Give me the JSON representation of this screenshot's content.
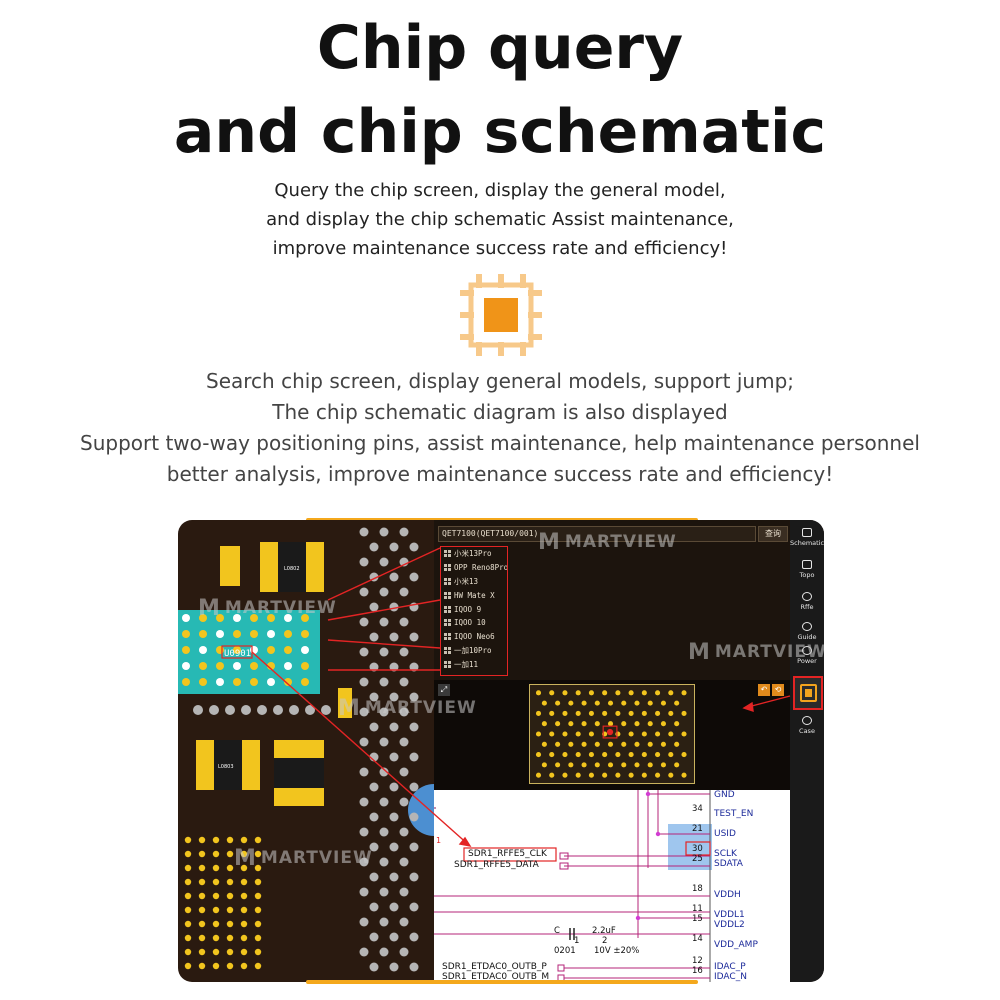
{
  "hero": {
    "title_line1": "Chip query",
    "title_line2": "and chip schematic",
    "desc_lines": [
      "Query the chip screen, display the general model,",
      "and display the chip schematic Assist maintenance,",
      "improve maintenance success rate and efficiency!"
    ],
    "detail_lines": [
      "Search chip screen, display general models, support jump;",
      "The chip schematic diagram is also displayed",
      "Support two-way positioning pins, assist maintenance, help maintenance personnel",
      "better analysis, improve maintenance success rate and efficiency!"
    ]
  },
  "colors": {
    "accent": "#f4a81c",
    "highlight": "#e32424",
    "pcb": "#2a1a10",
    "pad": "#f2c51e",
    "cyan": "#27b9b4"
  },
  "search": {
    "query": "QET7100(QET7100/001)",
    "button_label": "查询"
  },
  "results": [
    "小米13Pro",
    "OPP Reno8Pro",
    "小米13",
    "HW Mate X",
    "IQOO 9",
    "IQOO 10",
    "IQOO Neo6",
    "一加10Pro",
    "一加11"
  ],
  "pcb": {
    "component_label": "U0901",
    "part_labels": [
      "L0802",
      "L0803"
    ]
  },
  "sidebar": {
    "items": [
      {
        "label": "Schematic",
        "icon": "printer-icon"
      },
      {
        "label": "Topo",
        "icon": "topo-icon"
      },
      {
        "label": "Rffe",
        "icon": "antenna-icon"
      },
      {
        "label": "Guide",
        "icon": "guide-icon"
      },
      {
        "label": "Power",
        "icon": "power-icon"
      },
      {
        "label": "Case",
        "icon": "case-icon"
      }
    ],
    "active_icon": "chip-icon"
  },
  "schematic": {
    "pins": [
      {
        "num": "",
        "name": "GND"
      },
      {
        "num": "34",
        "name": "TEST_EN"
      },
      {
        "num": "21",
        "name": "USID"
      },
      {
        "num": "30",
        "name": "SCLK"
      },
      {
        "num": "25",
        "name": "SDATA"
      },
      {
        "num": "18",
        "name": "VDDH"
      },
      {
        "num": "11",
        "name": "VDDL1"
      },
      {
        "num": "15",
        "name": "VDDL2"
      },
      {
        "num": "14",
        "name": "VDD_AMP"
      },
      {
        "num": "12",
        "name": "IDAC_P"
      },
      {
        "num": "16",
        "name": "IDAC_N"
      }
    ],
    "nets": [
      "SDR1_RFFE5_CLK",
      "SDR1_RFFE5_DATA",
      "SDR1_ETDAC0_OUTB_P",
      "SDR1_ETDAC0_OUTB_M"
    ],
    "cap": {
      "ref": "C",
      "value": "2.2uF",
      "size": "0201",
      "rating": "10V ±20%",
      "pin1": "1",
      "pin2": "2"
    },
    "marker": "1"
  },
  "watermark": "MARTVIEW"
}
